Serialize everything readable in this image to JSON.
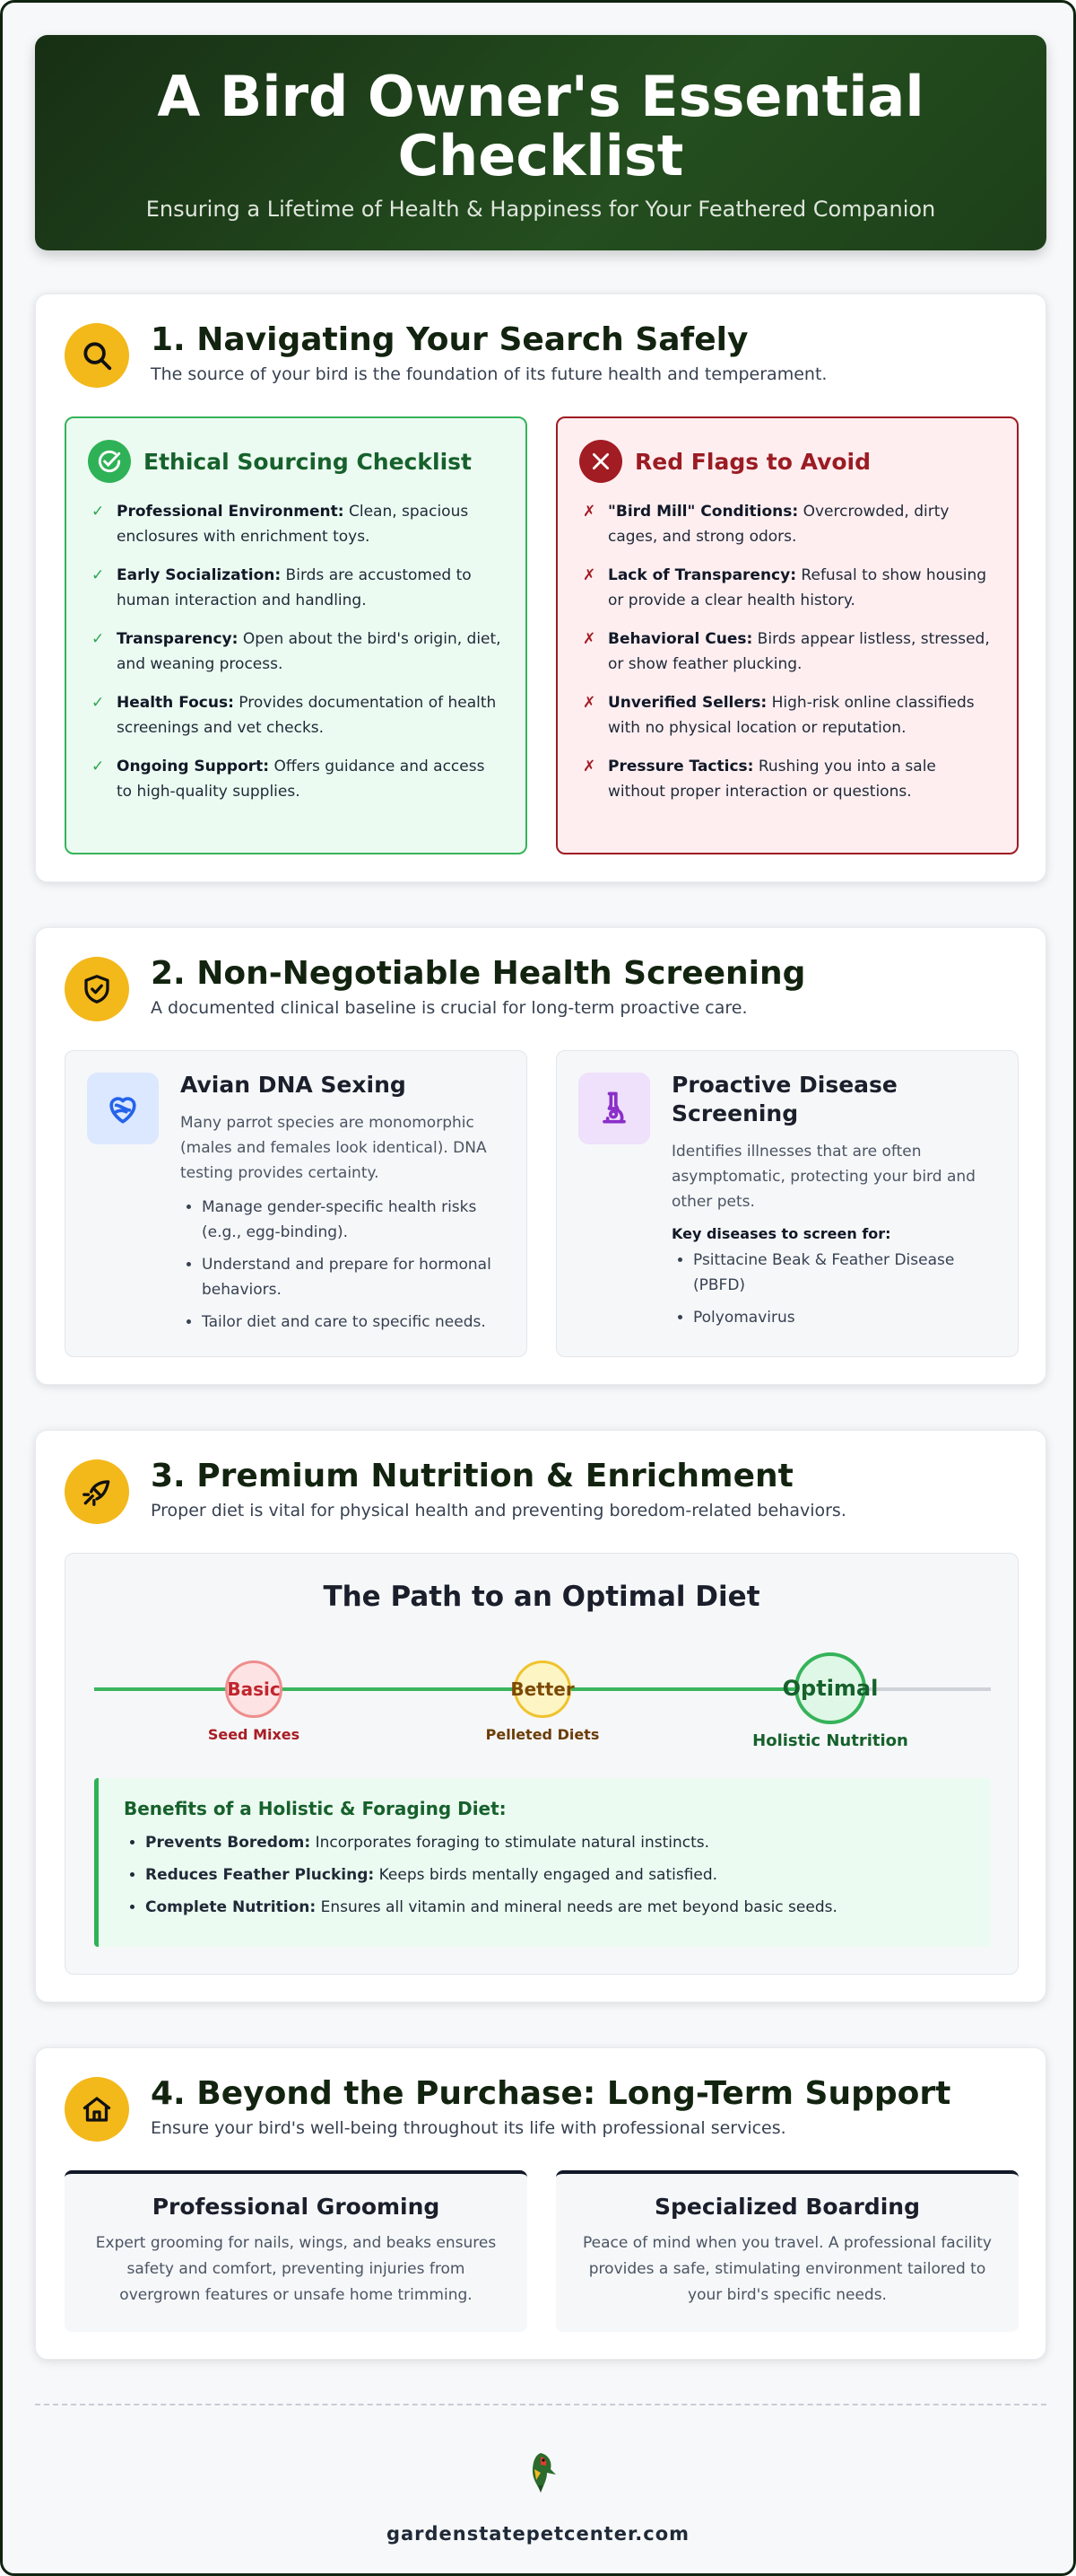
{
  "hero": {
    "title": "A Bird Owner's Essential Checklist",
    "subtitle": "Ensuring a Lifetime of Health & Happiness for Your Feathered Companion"
  },
  "section1": {
    "icon": "search-icon",
    "title": "1. Navigating Your Search Safely",
    "subtitle": "The source of your bird is the foundation of its future health and temperament.",
    "ethical": {
      "icon": "check-circle-icon",
      "heading": "Ethical Sourcing Checklist",
      "items": [
        {
          "label": "Professional Environment:",
          "text": " Clean, spacious enclosures with enrichment toys."
        },
        {
          "label": "Early Socialization:",
          "text": " Birds are accustomed to human interaction and handling."
        },
        {
          "label": "Transparency:",
          "text": " Open about the bird's origin, diet, and weaning process."
        },
        {
          "label": "Health Focus:",
          "text": " Provides documentation of health screenings and vet checks."
        },
        {
          "label": "Ongoing Support:",
          "text": " Offers guidance and access to high-quality supplies."
        }
      ]
    },
    "redflags": {
      "icon": "x-circle-icon",
      "heading": "Red Flags to Avoid",
      "items": [
        {
          "label": "\"Bird Mill\" Conditions:",
          "text": " Overcrowded, dirty cages, and strong odors."
        },
        {
          "label": "Lack of Transparency:",
          "text": " Refusal to show housing or provide a clear health history."
        },
        {
          "label": "Behavioral Cues:",
          "text": " Birds appear listless, stressed, or show feather plucking."
        },
        {
          "label": "Unverified Sellers:",
          "text": " High-risk online classifieds with no physical location or reputation."
        },
        {
          "label": "Pressure Tactics:",
          "text": " Rushing you into a sale without proper interaction or questions."
        }
      ]
    }
  },
  "section2": {
    "icon": "shield-check-icon",
    "title": "2. Non-Negotiable Health Screening",
    "subtitle": "A documented clinical baseline is crucial for long-term proactive care.",
    "dna": {
      "icon": "heart-dna-icon",
      "heading": "Avian DNA Sexing",
      "text": "Many parrot species are monomorphic (males and females look identical). DNA testing provides certainty.",
      "items": [
        "Manage gender-specific health risks (e.g., egg-binding).",
        "Understand and prepare for hormonal behaviors.",
        "Tailor diet and care to specific needs."
      ]
    },
    "disease": {
      "icon": "microscope-icon",
      "heading": "Proactive Disease Screening",
      "text": "Identifies illnesses that are often asymptomatic, protecting your bird and other pets.",
      "key": "Key diseases to screen for:",
      "items": [
        "Psittacine Beak & Feather Disease (PBFD)",
        "Polyomavirus"
      ]
    }
  },
  "section3": {
    "icon": "seed-icon",
    "title": "3. Premium Nutrition & Enrichment",
    "subtitle": "Proper diet is vital for physical health and preventing boredom-related behaviors.",
    "diet_title": "The Path to an Optimal Diet",
    "stages": [
      {
        "name": "Basic",
        "label": "Seed Mixes"
      },
      {
        "name": "Better",
        "label": "Pelleted Diets"
      },
      {
        "name": "Optimal",
        "label": "Holistic Nutrition"
      }
    ],
    "benefits_title": "Benefits of a Holistic & Foraging Diet:",
    "benefits": [
      {
        "label": "Prevents Boredom:",
        "text": " Incorporates foraging to stimulate natural instincts."
      },
      {
        "label": "Reduces Feather Plucking:",
        "text": " Keeps birds mentally engaged and satisfied."
      },
      {
        "label": "Complete Nutrition:",
        "text": " Ensures all vitamin and mineral needs are met beyond basic seeds."
      }
    ]
  },
  "section4": {
    "icon": "home-icon",
    "title": "4. Beyond the Purchase: Long-Term Support",
    "subtitle": "Ensure your bird's well-being throughout its life with professional services.",
    "grooming": {
      "heading": "Professional Grooming",
      "text": "Expert grooming for nails, wings, and beaks ensures safety and comfort, preventing injuries from overgrown features or unsafe home trimming."
    },
    "boarding": {
      "heading": "Specialized Boarding",
      "text": "Peace of mind when you travel. A professional facility provides a safe, stimulating environment tailored to your bird's specific needs."
    }
  },
  "footer": {
    "logo": "parrot-logo-icon",
    "url": "gardenstatepetcenter.com"
  },
  "colors": {
    "accent_gold": "#f3b81a",
    "hero_green": "#1d3f19",
    "good_green": "#2fb257",
    "bad_red": "#a21c23"
  }
}
